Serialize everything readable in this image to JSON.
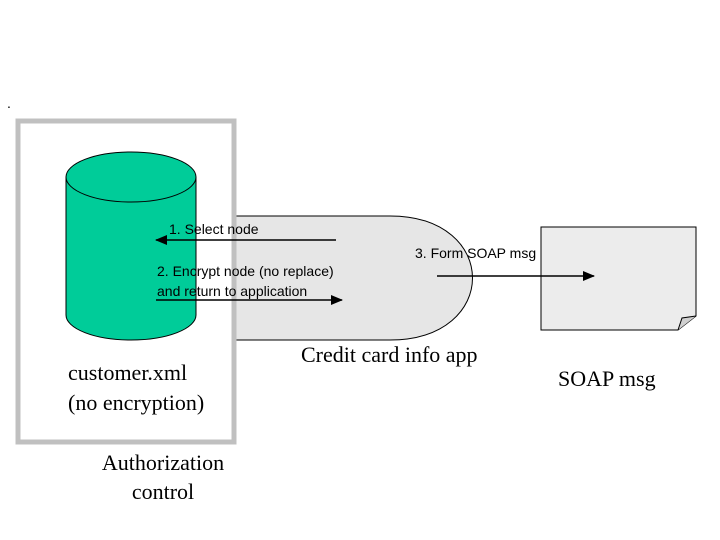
{
  "stray_mark": ".",
  "colors": {
    "cylinder_fill": "#00cc99",
    "frame_stroke": "#c0c0c0",
    "app_shape_fill": "#e6e6e6",
    "document_fill": "#ececec",
    "stroke": "#000000"
  },
  "nodes": {
    "database_label": {
      "line1": "customer.xml",
      "line2": "(no encryption)"
    },
    "authorization_label": {
      "line1": "Authorization",
      "line2": "control"
    },
    "app_label": "Credit card info app",
    "soap_label": "SOAP msg"
  },
  "edges": {
    "select_node": "1. Select node",
    "encrypt_node": {
      "line1": "2. Encrypt node (no replace)",
      "line2": "and return to application"
    },
    "form_soap": "3. Form SOAP msg"
  }
}
